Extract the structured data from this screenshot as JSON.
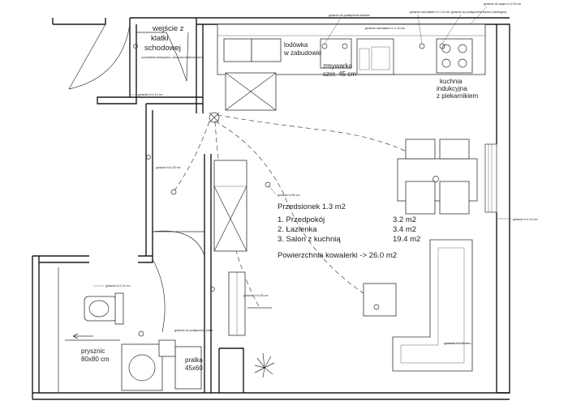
{
  "labels": {
    "entrance_line1": "wejście z",
    "entrance_line2": "klatki",
    "entrance_line3": "schodowej",
    "fridge_line1": "lodówka",
    "fridge_line2": "w zabudowie",
    "dishwasher_line1": "zmywarka",
    "dishwasher_line2": "szer. 45 cm",
    "kitchen_line1": "kuchnia",
    "kitchen_line2": "indukcyjna",
    "kitchen_line3": "z piekarnikiem",
    "shower_line1": "prysznic",
    "shower_line2": "80x80 cm",
    "washer_line1": "pralka",
    "washer_line2": "45x60"
  },
  "area_summary": {
    "title": "Przedsionek 1.3 m2",
    "rooms": [
      {
        "name": "1. Przedpokój",
        "area": "3.2 m2"
      },
      {
        "name": "2. Łazienka",
        "area": "3.4 m2"
      },
      {
        "name": "3. Salon z kuchnią",
        "area": "19.4 m2"
      }
    ],
    "total": "Powierzchnia kowalerki -> 26.0 m2"
  },
  "fixture_notes": {
    "outlet_entrance": "gniazdo h=1.10 cm",
    "outlet_hall": "gniazdo h=0.30 cm",
    "outlet_hall_center": "gniazdo h=30 cm",
    "outlet_bath": "gniazdo h=1.10 cm",
    "outlet_washer": "gniazdo do podłączenia pralki",
    "outlet_livingroom": "gniazdo h=0.30 cm",
    "outlet_sofa": "gniazdo h=0.30 cm",
    "outlet_window": "gniazdo h=1.10 cm",
    "kitchen_note_1": "gniazdo do podłączenia lodówki",
    "kitchen_note_2": "gniazdo nad blatem h=1.10 cm",
    "kitchen_note_3": "gniazdo nad blatem h=1.10 cm",
    "kitchen_note_4": "gniazdo do podłączenia kuchni indukcyjnej",
    "kitchen_note_5": "gniazdo do okapu h=2.00 cm",
    "entry_panel_note": "rozdzielnia elektryczna, skrzynka teletechniczna"
  }
}
